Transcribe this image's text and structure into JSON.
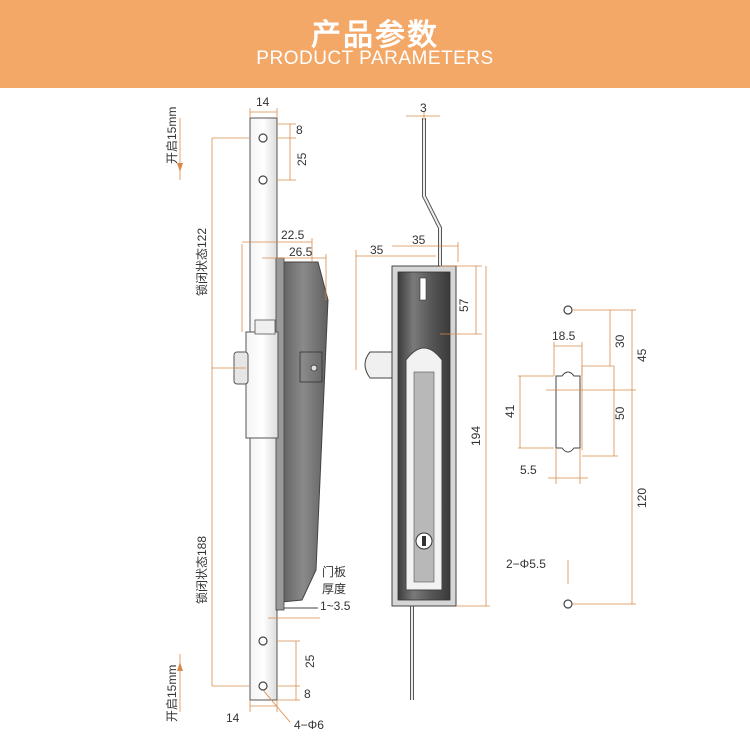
{
  "header": {
    "title": "产品参数",
    "subtitle": "PRODUCT PARAMETERS"
  },
  "colors": {
    "header_bg": "#f3a868",
    "dim_line": "#d98a4a",
    "outline": "#555555",
    "body_fill": "#6e6e6e"
  },
  "labels": {
    "open_top": "开启15mm",
    "locked_122": "锁闭状态122",
    "locked_188": "锁闭状态188",
    "open_bottom": "开启15mm",
    "door_line1": "门板",
    "door_line2": "厚度",
    "door_line3": "1~3.5",
    "holes_4": "4−Φ6",
    "holes_2": "2−Φ5.5"
  },
  "dims": {
    "d14_top": "14",
    "d8_top": "8",
    "d25_top": "25",
    "d22_5": "22.5",
    "d26_5": "26.5",
    "d25_bottom": "25",
    "d8_bottom": "8",
    "d14_bottom": "14",
    "d3": "3",
    "d35_left": "35",
    "d35_right": "35",
    "d57": "57",
    "d194": "194",
    "d18_5": "18.5",
    "d30": "30",
    "d45": "45",
    "d41": "41",
    "d50": "50",
    "d5_5": "5.5",
    "d120": "120"
  }
}
